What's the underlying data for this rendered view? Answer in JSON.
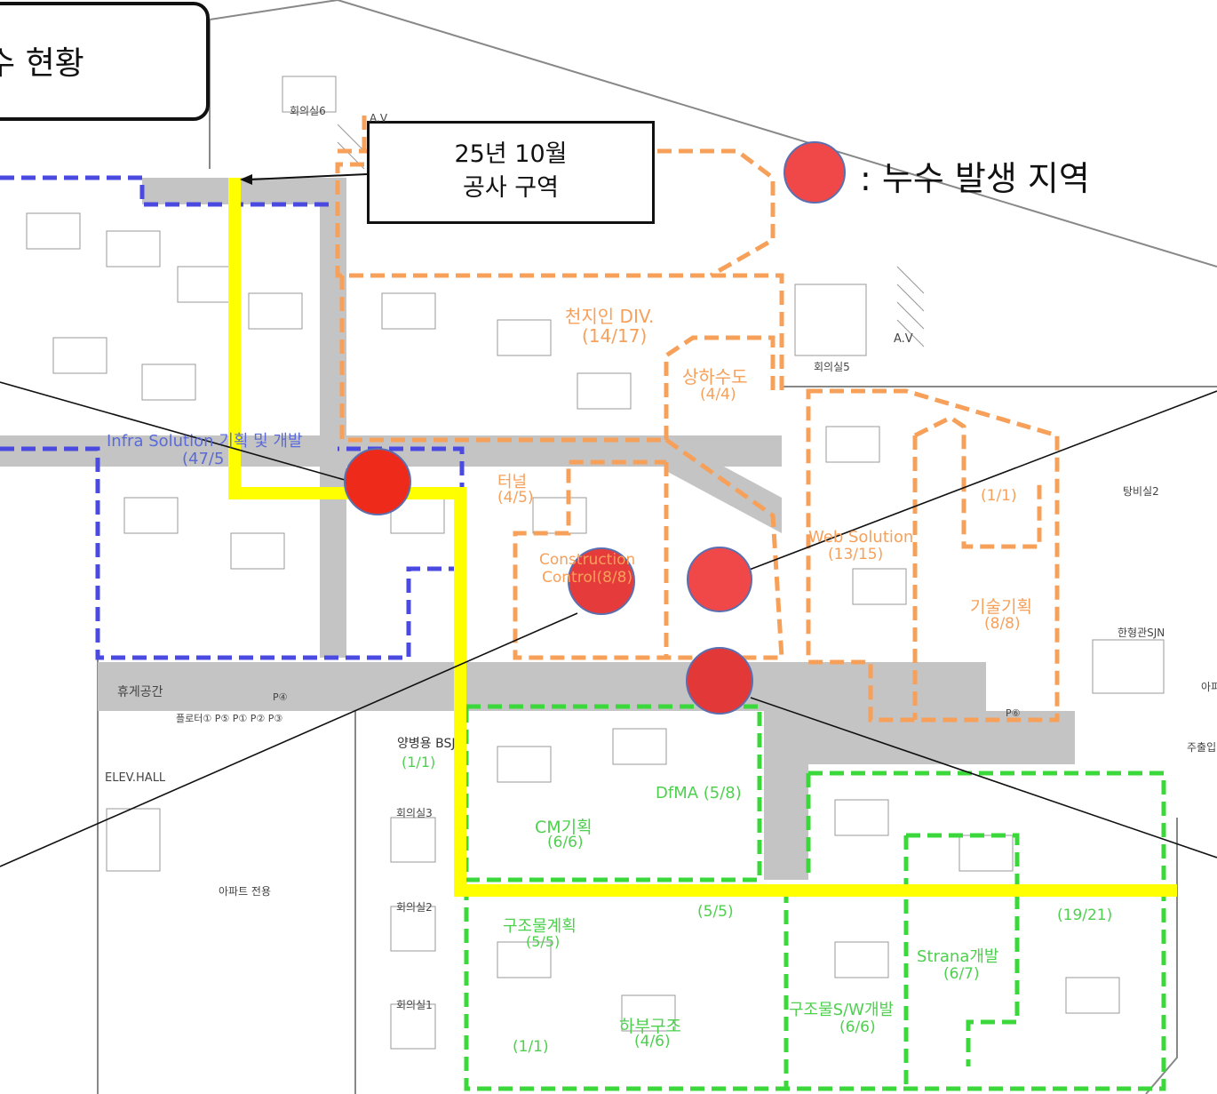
{
  "title": "수 현황",
  "callout": {
    "line1": "25년 10월",
    "line2": "공사 구역"
  },
  "legend": {
    "label": ": 누수 발생 지역",
    "color": "#f04848"
  },
  "colors": {
    "orange": "#f7a05a",
    "blue": "#4a4ae0",
    "green": "#3ad83a",
    "yellow": "#ffff00",
    "corridor": "#c4c4c4"
  },
  "zones": {
    "infra": {
      "name": "Infra Solution 기획 및 개발",
      "count": "(47/5"
    },
    "cheonjiin": {
      "name": "천지인 DIV.",
      "count": "(14/17)"
    },
    "sanghasudo": {
      "name": "상하수도",
      "count": "(4/4)"
    },
    "tunnel": {
      "name": "터널",
      "count": "(4/5)"
    },
    "construction": {
      "name": "Construction",
      "count": "Control(8/8)"
    },
    "web": {
      "name": "Web Solution",
      "count": "(13/15)"
    },
    "gisulgihoek": {
      "name": "기술기획",
      "count": "(8/8)"
    },
    "small_orange": {
      "count": "(1/1)"
    },
    "dfma": {
      "name": "DfMA (5/8)"
    },
    "cm": {
      "name": "CM기획",
      "count": "(6/6)"
    },
    "yangbs": {
      "name": "양병용 BSJ",
      "count": "(1/1)"
    },
    "gujomul": {
      "name": "구조물계획",
      "count": "(5/5)"
    },
    "habu": {
      "name": "하부구조",
      "count": "(4/6)"
    },
    "left_small": {
      "count": "(1/1)"
    },
    "strana": {
      "name": "Strana개발",
      "count": "(6/7)"
    },
    "sw": {
      "name": "구조물S/W개발",
      "count": "(6/6)"
    },
    "right_green": {
      "count": "(19/21)"
    },
    "mid_green": {
      "count": "(5/5)"
    }
  },
  "rooms": {
    "meeting6": "회의실6",
    "meeting5": "회의실5",
    "meeting3": "회의실3",
    "meeting2": "회의실2",
    "meeting1": "회의실1",
    "av1": "A.V",
    "av2": "A.V",
    "lounge": "휴게공간",
    "elev": "ELEV.HALL",
    "apartment": "아파트 전용",
    "pantry": "탕비실2",
    "hanhyeong": "한형관SJN",
    "exit": "주출입",
    "apt_right": "아피",
    "printers": "플로터① P⑤ P① P② P③",
    "p4": "P④",
    "p6": "P⑥"
  },
  "leak_points": [
    {
      "name": "leak-near-infra"
    },
    {
      "name": "leak-construction-control"
    },
    {
      "name": "leak-east-desk"
    },
    {
      "name": "leak-corridor-junction"
    }
  ]
}
